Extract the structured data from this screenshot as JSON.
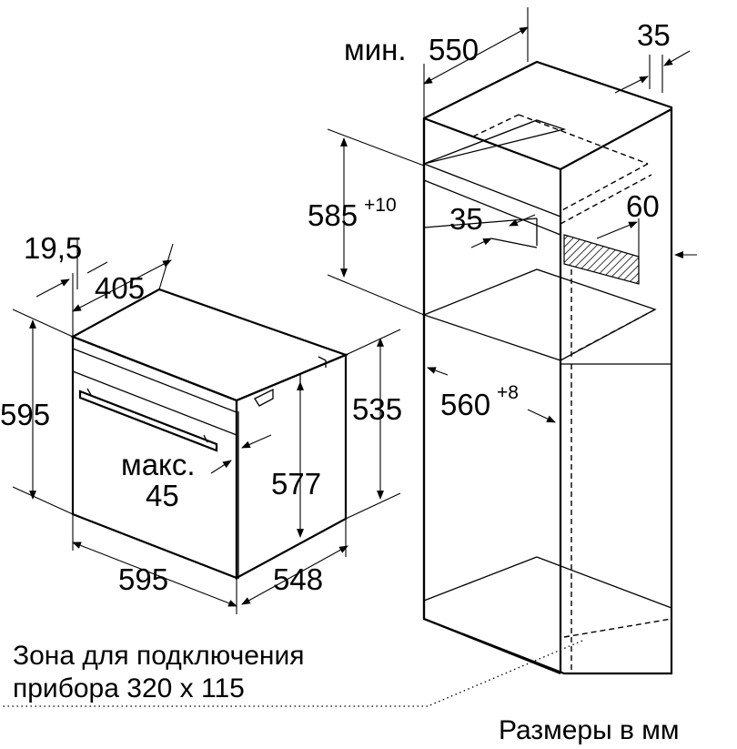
{
  "dimensions": {
    "oven_width_top": "405",
    "oven_trim_offset": "19,5",
    "oven_height": "595",
    "oven_inner_height": "577",
    "oven_body_height": "535",
    "oven_width": "595",
    "oven_depth": "548",
    "max_label": "макс.",
    "max_value": "45",
    "niche_min_label": "мин.",
    "niche_depth": "550",
    "niche_back_gap": "35",
    "niche_height": "585",
    "niche_height_tolerance": "+10",
    "vent_gap": "35",
    "vent_depth": "60",
    "niche_width": "560",
    "niche_width_tolerance": "+8"
  },
  "notes": {
    "connection_zone_line1": "Зона для подключения",
    "connection_zone_line2": "прибора 320 x 115",
    "units": "Размеры в мм"
  },
  "colors": {
    "line": "#000000",
    "hatch": "#000000",
    "background": "#ffffff"
  }
}
